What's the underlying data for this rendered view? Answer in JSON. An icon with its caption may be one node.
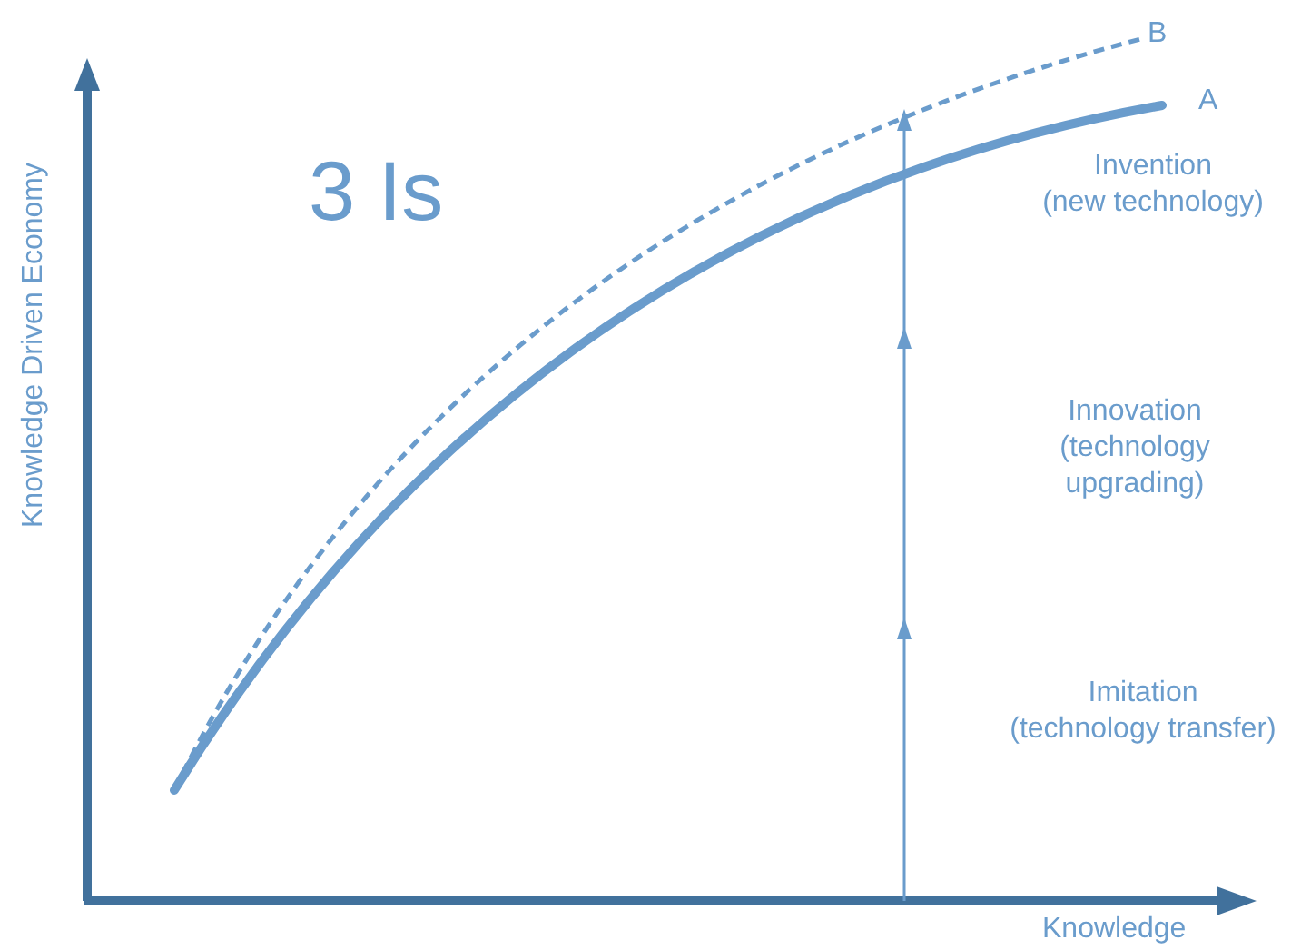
{
  "diagram": {
    "title": "3 Is",
    "labels": [
      "B",
      "A",
      "Invention (new technology)",
      "Innovation (technology upgrading)",
      "Imitation (technology transfer)",
      "Knowledge Driven Economy",
      "Knowledge"
    ]
  }
}
